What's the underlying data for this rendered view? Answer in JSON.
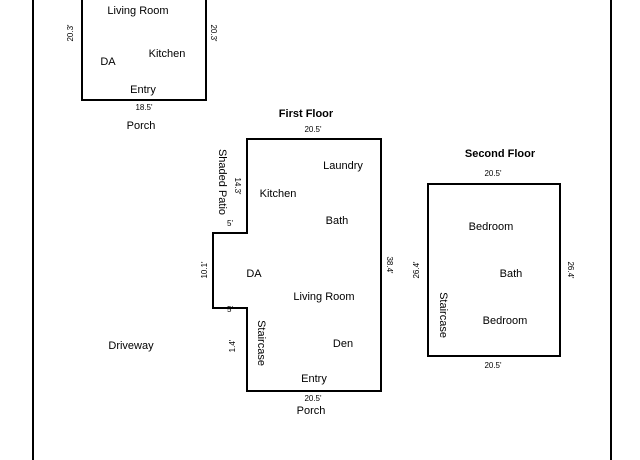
{
  "left_plan": {
    "rooms": {
      "living_room": "Living Room",
      "kitchen": "Kitchen",
      "da": "DA",
      "entry": "Entry"
    },
    "dims": {
      "left": "20.3'",
      "right": "20.3'",
      "bottom": "18.5'"
    },
    "porch": "Porch"
  },
  "first_floor": {
    "title": "First Floor",
    "rooms": {
      "laundry": "Laundry",
      "kitchen": "Kitchen",
      "bath": "Bath",
      "da": "DA",
      "living_room": "Living Room",
      "den": "Den",
      "entry": "Entry",
      "staircase": "Staircase"
    },
    "outside": {
      "shaded_patio": "Shaded Patio",
      "porch": "Porch",
      "driveway": "Driveway"
    },
    "dims": {
      "top": "20.5'",
      "right": "38.4'",
      "bottom": "20.5'",
      "notch_top": "14.3'",
      "notch_step_top": "5'",
      "notch_depth": "10.1'",
      "notch_step_bottom": "5'",
      "notch_bottom": "1.4'"
    }
  },
  "second_floor": {
    "title": "Second Floor",
    "rooms": {
      "bedroom_top": "Bedroom",
      "bath": "Bath",
      "bedroom_bottom": "Bedroom",
      "staircase": "Staircase"
    },
    "dims": {
      "top": "20.5'",
      "bottom": "20.5'",
      "left": "26.4'",
      "right": "26.4'"
    }
  }
}
